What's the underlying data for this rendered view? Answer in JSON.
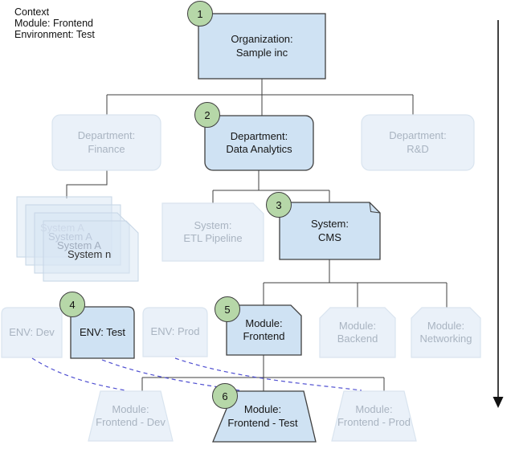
{
  "context": {
    "line1": "Context",
    "line2": "Module: Frontend",
    "line3": "Environment: Test"
  },
  "colors": {
    "highlight_fill": "#cfe2f3",
    "highlight_stroke": "#3f3f3f",
    "faded_fill": "#eaf1f9",
    "faded_stroke": "#d9e4ef",
    "faded_text": "#a9b4c1",
    "stack_fill": "#d8e6f4",
    "stack_stroke": "#c6d5e5",
    "text_color": "#161616",
    "step_fill": "#b6d7a8",
    "step_stroke": "#3f3f3f",
    "connector": "#3f3f3f",
    "dashed_link": "#4f4fd1"
  },
  "stack_text_colors": [
    "#ccd8e8",
    "#bcc9db",
    "#a2aebf",
    "#333333"
  ],
  "nodes": {
    "organization": {
      "line1": "Organization:",
      "line2": "Sample inc",
      "step": "1"
    },
    "department_finance": {
      "line1": "Department:",
      "line2": "Finance"
    },
    "department_data_analytics": {
      "line1": "Department:",
      "line2": "Data Analytics",
      "step": "2"
    },
    "department_rnd": {
      "line1": "Department:",
      "line2": "R&D"
    },
    "system_stack": {
      "labels": [
        "System A",
        "System A",
        "System A",
        "System n"
      ]
    },
    "system_etl": {
      "line1": "System:",
      "line2": "ETL Pipeline"
    },
    "system_cms": {
      "line1": "System:",
      "line2": "CMS",
      "step": "3"
    },
    "env_dev": {
      "line1": "ENV: Dev"
    },
    "env_test": {
      "line1": "ENV: Test",
      "step": "4"
    },
    "env_prod": {
      "line1": "ENV: Prod"
    },
    "module_frontend": {
      "line1": "Module:",
      "line2": "Frontend",
      "step": "5"
    },
    "module_backend": {
      "line1": "Module:",
      "line2": "Backend"
    },
    "module_networking": {
      "line1": "Module:",
      "line2": "Networking"
    },
    "instance_frontend_dev": {
      "line1": "Module:",
      "line2": "Frontend - Dev"
    },
    "instance_frontend_test": {
      "line1": "Module:",
      "line2": "Frontend - Test",
      "step": "6"
    },
    "instance_frontend_prod": {
      "line1": "Module:",
      "line2": "Frontend - Prod"
    }
  }
}
